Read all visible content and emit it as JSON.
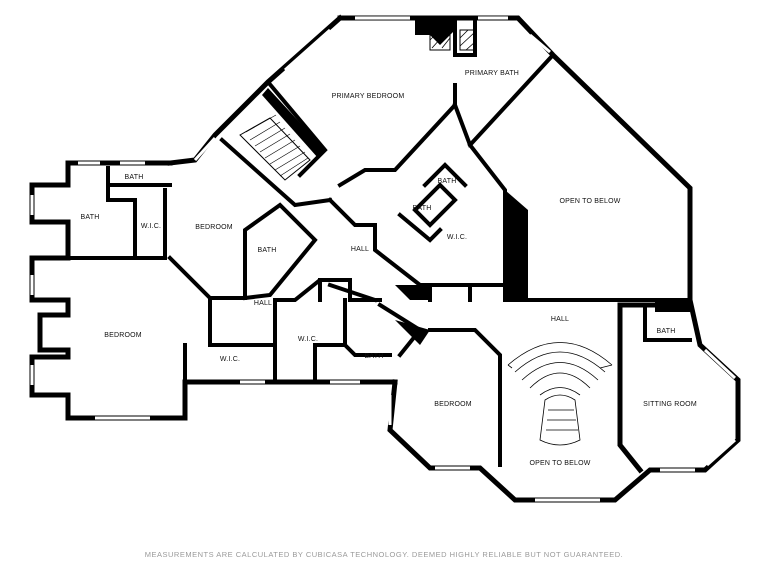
{
  "plan": {
    "rooms": {
      "primary_bedroom": "PRIMARY BEDROOM",
      "primary_bath": "PRIMARY BATH",
      "open_to_below_top": "OPEN TO BELOW",
      "bath_top_left": "BATH",
      "bath_left": "BATH",
      "wic_left": "W.I.C.",
      "bedroom_center": "BEDROOM",
      "bath_center": "BATH",
      "hall_center": "HALL",
      "bath_right_upper": "BATH",
      "bath_right_lower": "BATH",
      "wic_right": "W.I.C.",
      "bedroom_left": "BEDROOM",
      "hall_left": "HALL",
      "wic_lower_left": "W.I.C.",
      "wic_lower_mid": "W.I.C.",
      "bath_lower_mid": "BATH",
      "hall_right": "HALL",
      "bath_far_right": "BATH",
      "bedroom_bottom": "BEDROOM",
      "sitting_room": "SITTING ROOM",
      "open_to_below_bottom": "OPEN TO BELOW"
    },
    "disclaimer": "MEASUREMENTS ARE CALCULATED BY CUBICASA TECHNOLOGY. DEEMED HIGHLY RELIABLE BUT NOT GUARANTEED."
  }
}
